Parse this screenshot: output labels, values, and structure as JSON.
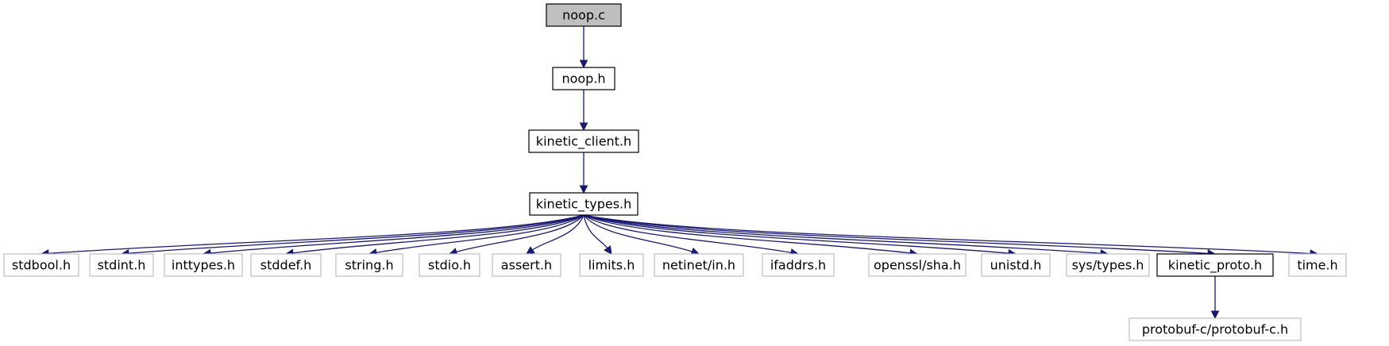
{
  "nodes": [
    {
      "id": "noop_c",
      "label": "noop.c",
      "style": "root"
    },
    {
      "id": "noop_h",
      "label": "noop.h",
      "style": "solid"
    },
    {
      "id": "kinetic_client_h",
      "label": "kinetic_client.h",
      "style": "solid"
    },
    {
      "id": "kinetic_types_h",
      "label": "kinetic_types.h",
      "style": "solid"
    },
    {
      "id": "stdbool_h",
      "label": "stdbool.h",
      "style": "ghost"
    },
    {
      "id": "stdint_h",
      "label": "stdint.h",
      "style": "ghost"
    },
    {
      "id": "inttypes_h",
      "label": "inttypes.h",
      "style": "ghost"
    },
    {
      "id": "stddef_h",
      "label": "stddef.h",
      "style": "ghost"
    },
    {
      "id": "string_h",
      "label": "string.h",
      "style": "ghost"
    },
    {
      "id": "stdio_h",
      "label": "stdio.h",
      "style": "ghost"
    },
    {
      "id": "assert_h",
      "label": "assert.h",
      "style": "ghost"
    },
    {
      "id": "limits_h",
      "label": "limits.h",
      "style": "ghost"
    },
    {
      "id": "netinet_in_h",
      "label": "netinet/in.h",
      "style": "ghost"
    },
    {
      "id": "ifaddrs_h",
      "label": "ifaddrs.h",
      "style": "ghost"
    },
    {
      "id": "openssl_sha_h",
      "label": "openssl/sha.h",
      "style": "ghost"
    },
    {
      "id": "unistd_h",
      "label": "unistd.h",
      "style": "ghost"
    },
    {
      "id": "sys_types_h",
      "label": "sys/types.h",
      "style": "ghost"
    },
    {
      "id": "kinetic_proto_h",
      "label": "kinetic_proto.h",
      "style": "solid"
    },
    {
      "id": "time_h",
      "label": "time.h",
      "style": "ghost"
    },
    {
      "id": "protobuf_c_h",
      "label": "protobuf-c/protobuf-c.h",
      "style": "ghost"
    }
  ],
  "edges": [
    {
      "from": "noop_c",
      "to": "noop_h"
    },
    {
      "from": "noop_h",
      "to": "kinetic_client_h"
    },
    {
      "from": "kinetic_client_h",
      "to": "kinetic_types_h"
    },
    {
      "from": "kinetic_types_h",
      "to": "stdbool_h"
    },
    {
      "from": "kinetic_types_h",
      "to": "stdint_h"
    },
    {
      "from": "kinetic_types_h",
      "to": "inttypes_h"
    },
    {
      "from": "kinetic_types_h",
      "to": "stddef_h"
    },
    {
      "from": "kinetic_types_h",
      "to": "string_h"
    },
    {
      "from": "kinetic_types_h",
      "to": "stdio_h"
    },
    {
      "from": "kinetic_types_h",
      "to": "assert_h"
    },
    {
      "from": "kinetic_types_h",
      "to": "limits_h"
    },
    {
      "from": "kinetic_types_h",
      "to": "netinet_in_h"
    },
    {
      "from": "kinetic_types_h",
      "to": "ifaddrs_h"
    },
    {
      "from": "kinetic_types_h",
      "to": "openssl_sha_h"
    },
    {
      "from": "kinetic_types_h",
      "to": "unistd_h"
    },
    {
      "from": "kinetic_types_h",
      "to": "sys_types_h"
    },
    {
      "from": "kinetic_types_h",
      "to": "kinetic_proto_h"
    },
    {
      "from": "kinetic_types_h",
      "to": "time_h"
    },
    {
      "from": "kinetic_proto_h",
      "to": "protobuf_c_h"
    }
  ],
  "colors": {
    "edge": "#191970",
    "root_fill": "#bfbfbf",
    "solid_border": "#000000",
    "ghost_border": "#bfbfbf",
    "text": "#000000",
    "background": "#ffffff"
  }
}
